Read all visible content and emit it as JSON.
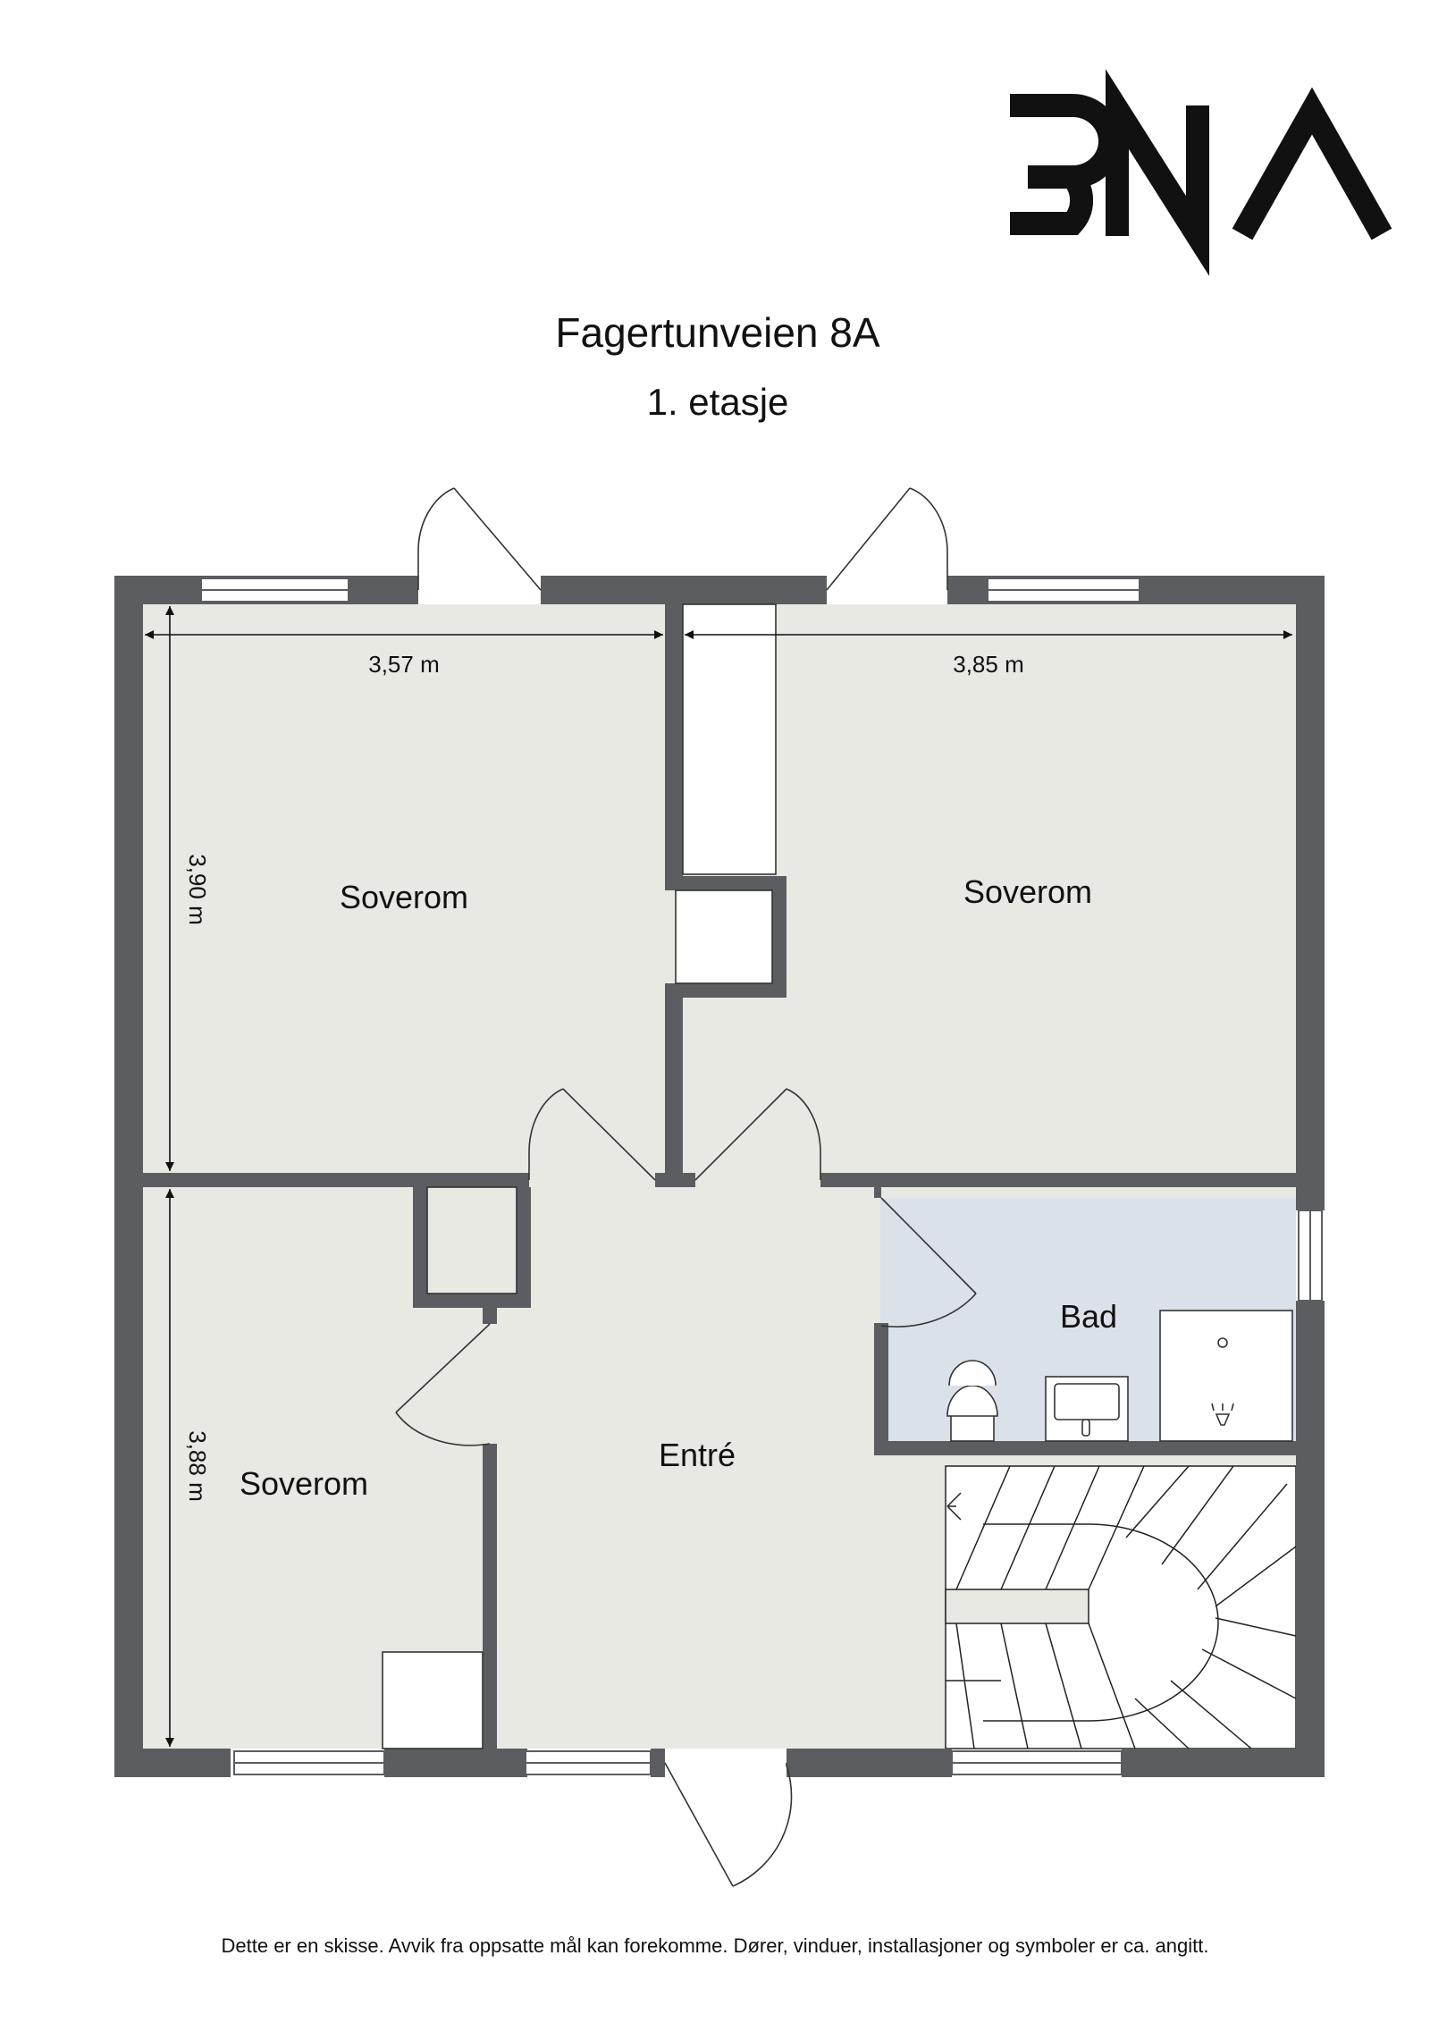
{
  "logo": {
    "text": "BNA"
  },
  "header": {
    "title": "Fagertunveien 8A",
    "subtitle": "1. etasje"
  },
  "rooms": [
    {
      "id": "soverom-nw",
      "label": "Soverom"
    },
    {
      "id": "soverom-ne",
      "label": "Soverom"
    },
    {
      "id": "soverom-sw",
      "label": "Soverom"
    },
    {
      "id": "entre",
      "label": "Entré"
    },
    {
      "id": "bad",
      "label": "Bad"
    }
  ],
  "dimensions": {
    "nw_width": "3,57 m",
    "ne_width": "3,85 m",
    "nw_height": "3,90 m",
    "sw_height": "3,88 m"
  },
  "colors": {
    "wall": "#5c5d61",
    "floor": "#e9e9e3",
    "bath": "#dbe1e8",
    "fixture": "#ffffff"
  },
  "footer": {
    "disclaimer": "Dette er en skisse. Avvik fra oppsatte mål kan forekomme. Dører, vinduer, installasjoner og symboler er ca. angitt."
  }
}
